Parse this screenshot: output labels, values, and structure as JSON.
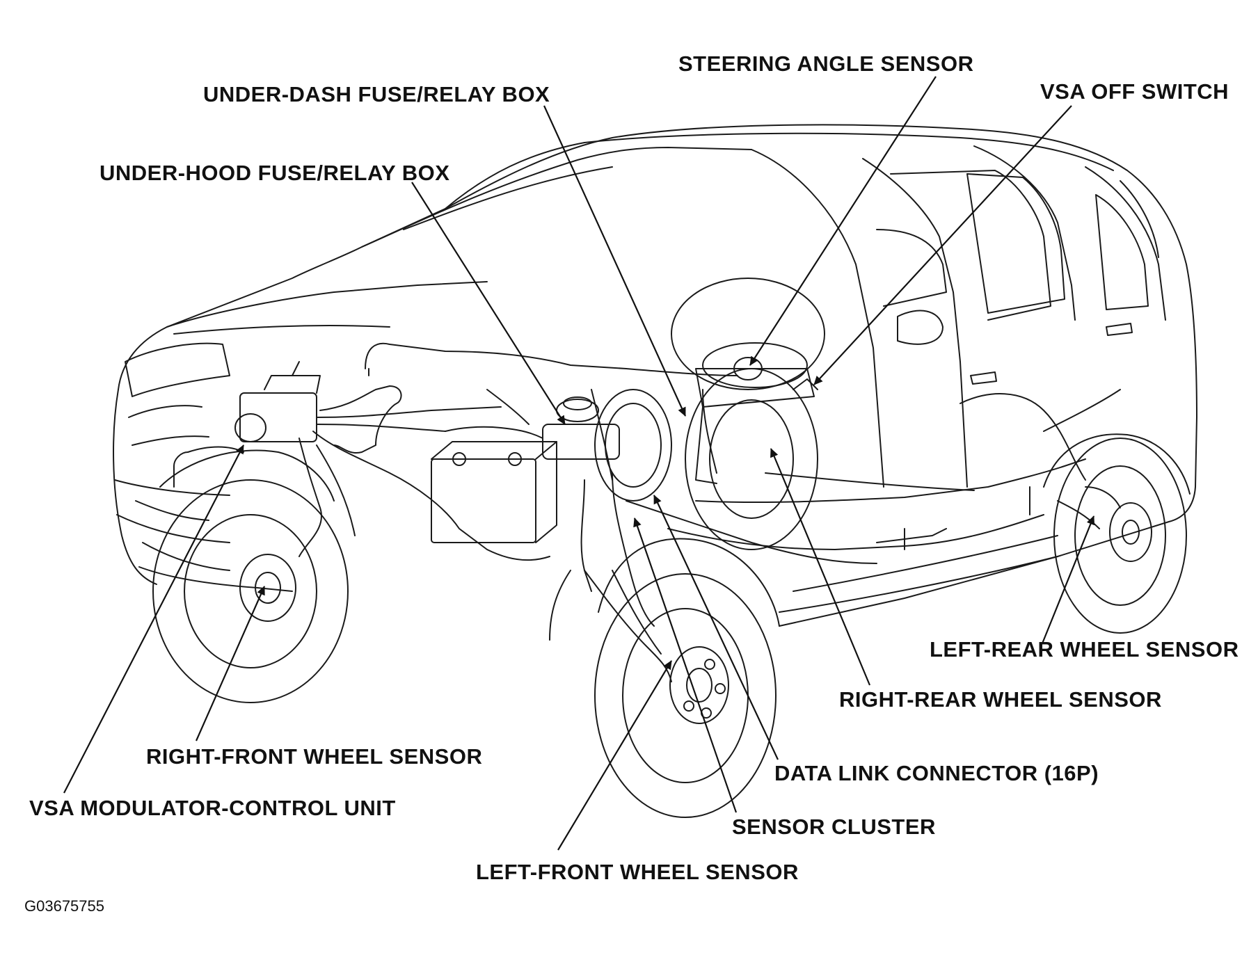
{
  "labels": {
    "steering_angle_sensor": "STEERING ANGLE SENSOR",
    "under_dash_fuse_relay_box": "UNDER-DASH FUSE/RELAY BOX",
    "vsa_off_switch": "VSA OFF SWITCH",
    "under_hood_fuse_relay_box": "UNDER-HOOD FUSE/RELAY BOX",
    "left_rear_wheel_sensor": "LEFT-REAR WHEEL SENSOR",
    "right_rear_wheel_sensor": "RIGHT-REAR WHEEL SENSOR",
    "right_front_wheel_sensor": "RIGHT-FRONT WHEEL SENSOR",
    "data_link_connector": "DATA LINK CONNECTOR (16P)",
    "vsa_modulator_control_unit": "VSA MODULATOR-CONTROL UNIT",
    "sensor_cluster": "SENSOR CLUSTER",
    "left_front_wheel_sensor": "LEFT-FRONT WHEEL SENSOR"
  },
  "figure_id": "G03675755",
  "colors": {
    "ink": "#111111",
    "background": "#ffffff"
  }
}
